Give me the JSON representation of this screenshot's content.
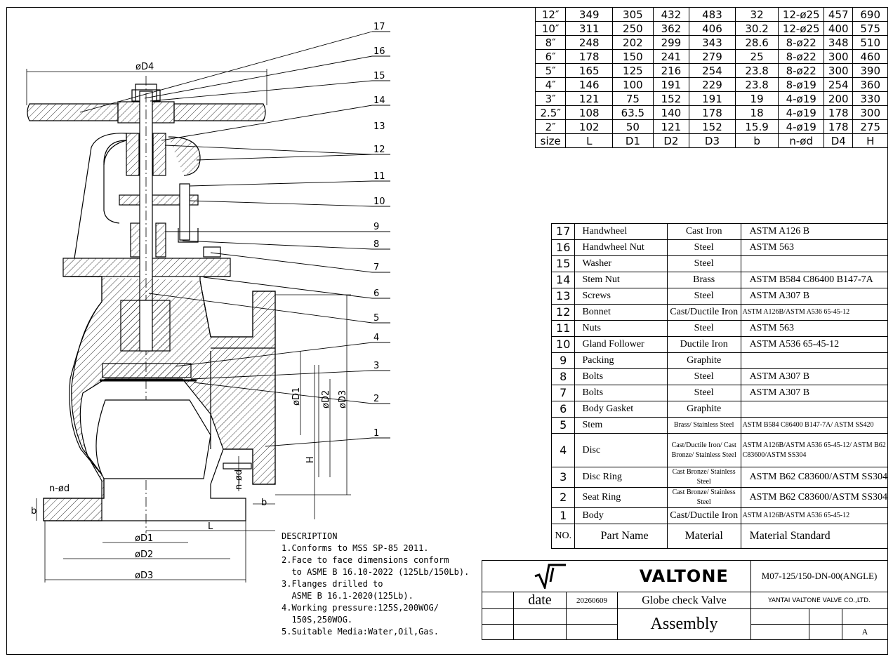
{
  "dimension_table": {
    "rows": [
      {
        "size": "12″",
        "L": "349",
        "D1": "305",
        "D2": "432",
        "D3": "483",
        "b": "32",
        "nd": "12-ø25",
        "D4": "457",
        "H": "690"
      },
      {
        "size": "10″",
        "L": "311",
        "D1": "250",
        "D2": "362",
        "D3": "406",
        "b": "30.2",
        "nd": "12-ø25",
        "D4": "400",
        "H": "575"
      },
      {
        "size": "8″",
        "L": "248",
        "D1": "202",
        "D2": "299",
        "D3": "343",
        "b": "28.6",
        "nd": "8-ø22",
        "D4": "348",
        "H": "510"
      },
      {
        "size": "6″",
        "L": "178",
        "D1": "150",
        "D2": "241",
        "D3": "279",
        "b": "25",
        "nd": "8-ø22",
        "D4": "300",
        "H": "460"
      },
      {
        "size": "5″",
        "L": "165",
        "D1": "125",
        "D2": "216",
        "D3": "254",
        "b": "23.8",
        "nd": "8-ø22",
        "D4": "300",
        "H": "390"
      },
      {
        "size": "4″",
        "L": "146",
        "D1": "100",
        "D2": "191",
        "D3": "229",
        "b": "23.8",
        "nd": "8-ø19",
        "D4": "254",
        "H": "360"
      },
      {
        "size": "3″",
        "L": "121",
        "D1": "75",
        "D2": "152",
        "D3": "191",
        "b": "19",
        "nd": "4-ø19",
        "D4": "200",
        "H": "330"
      },
      {
        "size": "2.5″",
        "L": "108",
        "D1": "63.5",
        "D2": "140",
        "D3": "178",
        "b": "18",
        "nd": "4-ø19",
        "D4": "178",
        "H": "300"
      },
      {
        "size": "2″",
        "L": "102",
        "D1": "50",
        "D2": "121",
        "D3": "152",
        "b": "15.9",
        "nd": "4-ø19",
        "D4": "178",
        "H": "275"
      }
    ],
    "header": {
      "size": "size",
      "L": "L",
      "D1": "D1",
      "D2": "D2",
      "D3": "D3",
      "b": "b",
      "nd": "n-ød",
      "D4": "D4",
      "H": "H"
    }
  },
  "parts_table": {
    "rows": [
      {
        "no": "17",
        "name": "Handwheel",
        "material": "Cast Iron",
        "standard": "ASTM A126 B"
      },
      {
        "no": "16",
        "name": "Handwheel Nut",
        "material": "Steel",
        "standard": "ASTM 563"
      },
      {
        "no": "15",
        "name": "Washer",
        "material": "Steel",
        "standard": ""
      },
      {
        "no": "14",
        "name": "Stem Nut",
        "material": "Brass",
        "standard": "ASTM B584 C86400 B147-7A"
      },
      {
        "no": "13",
        "name": "Screws",
        "material": "Steel",
        "standard": "ASTM A307 B"
      },
      {
        "no": "12",
        "name": "Bonnet",
        "material": "Cast/Ductile Iron",
        "standard": "ASTM A126B/ASTM A536 65-45-12"
      },
      {
        "no": "11",
        "name": "Nuts",
        "material": "Steel",
        "standard": "ASTM 563"
      },
      {
        "no": "10",
        "name": "Gland Follower",
        "material": "Ductile Iron",
        "standard": "ASTM A536 65-45-12"
      },
      {
        "no": "9",
        "name": "Packing",
        "material": "Graphite",
        "standard": ""
      },
      {
        "no": "8",
        "name": "Bolts",
        "material": "Steel",
        "standard": "ASTM A307 B"
      },
      {
        "no": "7",
        "name": "Bolts",
        "material": "Steel",
        "standard": "ASTM A307 B"
      },
      {
        "no": "6",
        "name": "Body Gasket",
        "material": "Graphite",
        "standard": ""
      },
      {
        "no": "5",
        "name": "Stem",
        "material": "Brass/ Stainless Steel",
        "standard": "ASTM B584 C86400 B147-7A/ ASTM SS420"
      },
      {
        "no": "4",
        "name": "Disc",
        "material": "Cast/Ductile Iron/ Cast Bronze/ Stainless Steel",
        "standard": "ASTM A126B/ASTM A536 65-45-12/ ASTM B62 C83600/ASTM SS304"
      },
      {
        "no": "3",
        "name": "Disc Ring",
        "material": "Cast Bronze/ Stainless Steel",
        "standard": "ASTM B62 C83600/ASTM SS304"
      },
      {
        "no": "2",
        "name": "Seat Ring",
        "material": "Cast Bronze/ Stainless Steel",
        "standard": "ASTM B62 C83600/ASTM SS304"
      },
      {
        "no": "1",
        "name": "Body",
        "material": "Cast/Ductile Iron",
        "standard": "ASTM A126B/ASTM A536 65-45-12"
      }
    ],
    "header": {
      "no": "NO.",
      "name": "Part Name",
      "material": "Material",
      "standard": "Material Standard"
    }
  },
  "description": {
    "title": "DESCRIPTION",
    "lines": [
      "1.Conforms to MSS SP-85 2011.",
      "2.Face to face dimensions conform",
      "  to ASME B 16.10-2022 (125Lb/150Lb).",
      "3.Flanges drilled to",
      "  ASME B 16.1-2020(125Lb).",
      "4.Working pressure:125S,200WOG/",
      "  150S,250WOG.",
      "5.Suitable Media:Water,Oil,Gas."
    ]
  },
  "title_block": {
    "logo_text": "VALTONE",
    "drawing_number": "M07-125/150-DN-00(ANGLE)",
    "date_label": "date",
    "date_value": "20260609",
    "product": "Globe check Valve",
    "company": "YANTAI VALTONE VALVE CO.,LTD.",
    "drawing_type": "Assembly",
    "revision": "A"
  },
  "drawing": {
    "leaders": [
      "17",
      "16",
      "15",
      "14",
      "13",
      "12",
      "11",
      "10",
      "9",
      "8",
      "7",
      "6",
      "5",
      "4",
      "3",
      "2",
      "1"
    ],
    "dim_labels": {
      "D4": "øD4",
      "D1_bottom": "øD1",
      "D2_bottom": "øD2",
      "D3_bottom": "øD3",
      "D1_side": "øD1",
      "D2_side": "øD2",
      "D3_side": "øD3",
      "L": "L",
      "nd_left": "n-ød",
      "nd_right": "n-ød",
      "b_left": "b",
      "b_right": "b",
      "H": "H"
    }
  }
}
